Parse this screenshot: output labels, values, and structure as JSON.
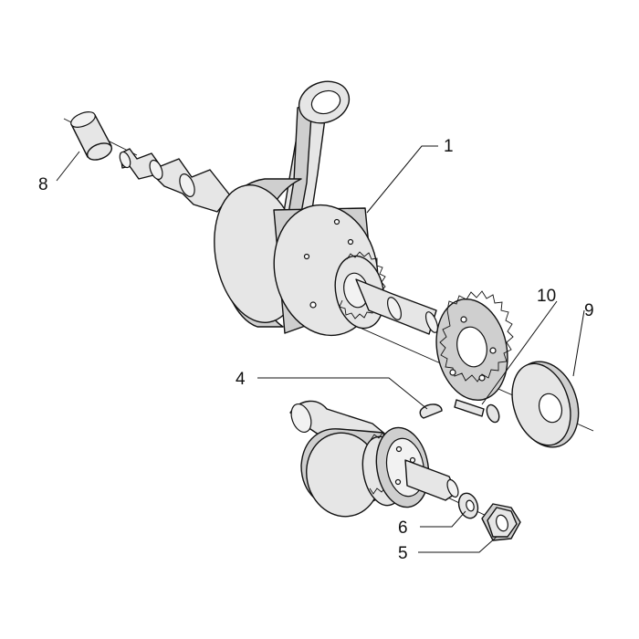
{
  "callouts": {
    "c1": "1",
    "c4": "4",
    "c5": "5",
    "c6": "6",
    "c8": "8",
    "c9": "9",
    "c10": "10"
  }
}
